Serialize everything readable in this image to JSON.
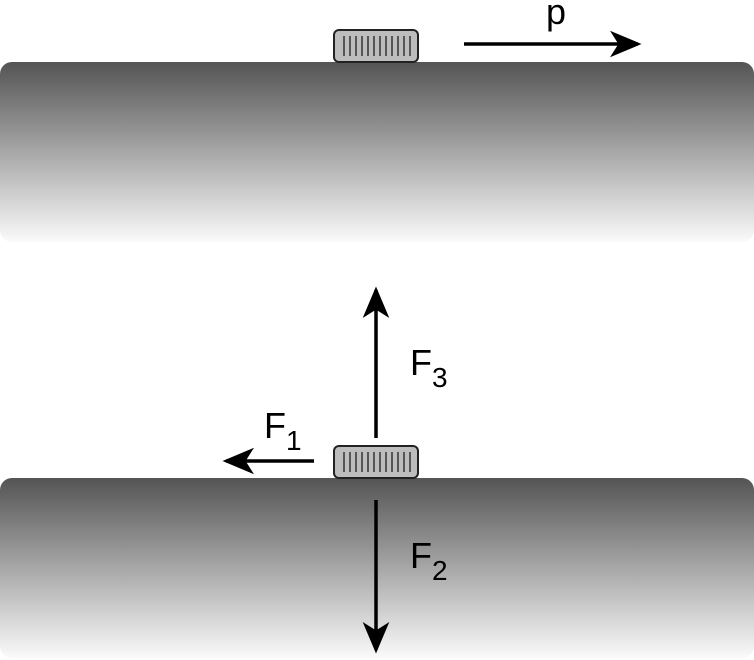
{
  "colors": {
    "surface_top": "#545454",
    "surface_bottom": "#fafafa",
    "puck_fill": "#bdbdbd",
    "puck_stroke": "#222222",
    "arrow": "#000000"
  },
  "panel_top": {
    "momentum_label": "p"
  },
  "panel_bottom": {
    "forces": [
      {
        "name": "F",
        "subscript": "1",
        "direction": "left"
      },
      {
        "name": "F",
        "subscript": "2",
        "direction": "down"
      },
      {
        "name": "F",
        "subscript": "3",
        "direction": "up"
      }
    ]
  }
}
